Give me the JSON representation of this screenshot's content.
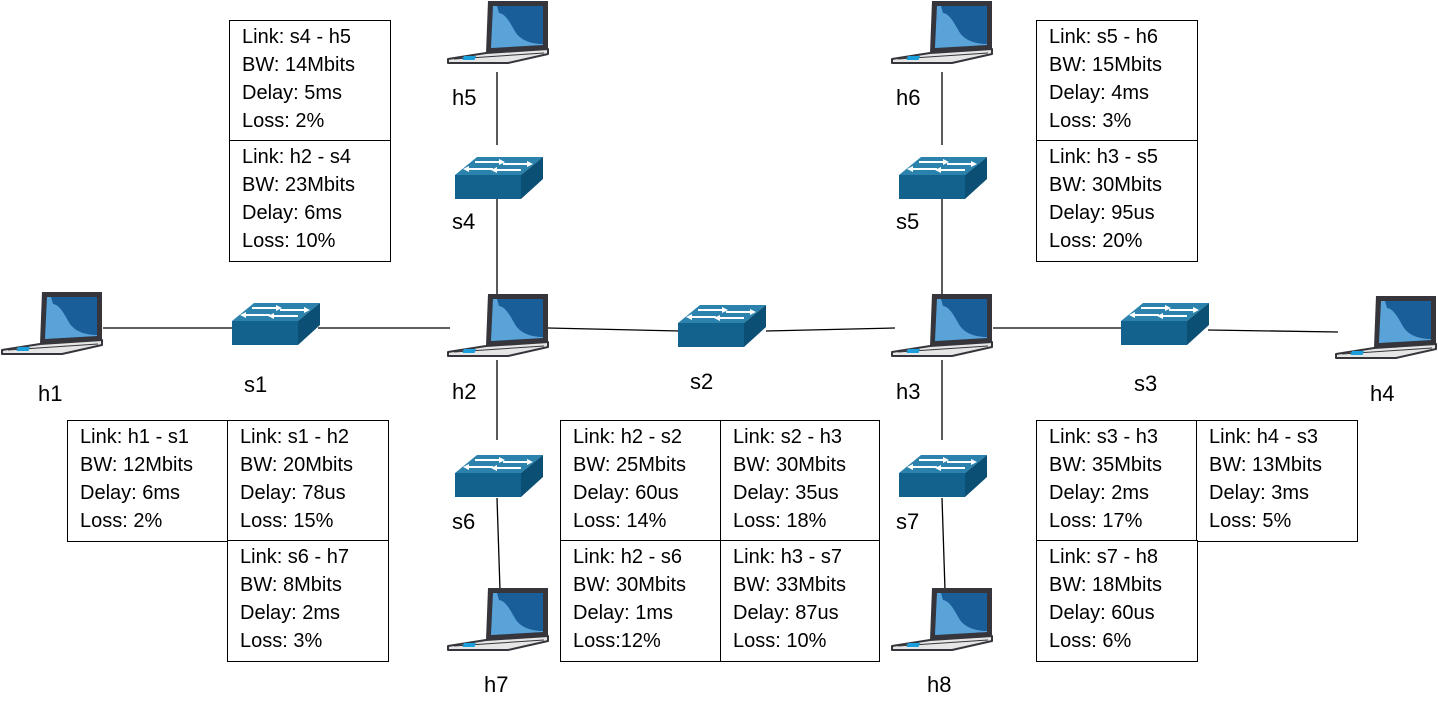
{
  "nodes": {
    "h1": "h1",
    "h2": "h2",
    "h3": "h3",
    "h4": "h4",
    "h5": "h5",
    "h6": "h6",
    "h7": "h7",
    "h8": "h8",
    "s1": "s1",
    "s2": "s2",
    "s3": "s3",
    "s4": "s4",
    "s5": "s5",
    "s6": "s6",
    "s7": "s7"
  },
  "links": {
    "s4_h5": {
      "link": "Link: s4 - h5",
      "bw": "BW: 14Mbits",
      "delay": "Delay: 5ms",
      "loss": "Loss: 2%"
    },
    "h2_s4": {
      "link": "Link: h2 - s4",
      "bw": "BW: 23Mbits",
      "delay": "Delay: 6ms",
      "loss": "Loss: 10%"
    },
    "s5_h6": {
      "link": "Link: s5 - h6",
      "bw": "BW: 15Mbits",
      "delay": "Delay: 4ms",
      "loss": "Loss: 3%"
    },
    "h3_s5": {
      "link": "Link: h3 - s5",
      "bw": "BW: 30Mbits",
      "delay": "Delay: 95us",
      "loss": "Loss: 20%"
    },
    "h1_s1": {
      "link": "Link: h1 - s1",
      "bw": "BW: 12Mbits",
      "delay": "Delay: 6ms",
      "loss": "Loss: 2%"
    },
    "s1_h2": {
      "link": "Link: s1 - h2",
      "bw": "BW: 20Mbits",
      "delay": "Delay: 78us",
      "loss": "Loss: 15%"
    },
    "s6_h7": {
      "link": "Link: s6 - h7",
      "bw": "BW: 8Mbits",
      "delay": "Delay: 2ms",
      "loss": "Loss: 3%"
    },
    "h2_s2": {
      "link": "Link: h2 - s2",
      "bw": "BW: 25Mbits",
      "delay": "Delay: 60us",
      "loss": "Loss: 14%"
    },
    "s2_h3": {
      "link": "Link: s2 - h3",
      "bw": "BW: 30Mbits",
      "delay": "Delay: 35us",
      "loss": "Loss: 18%"
    },
    "h2_s6": {
      "link": "Link: h2 - s6",
      "bw": "BW: 30Mbits",
      "delay": "Delay: 1ms",
      "loss": "Loss:12%"
    },
    "h3_s7": {
      "link": "Link: h3 - s7",
      "bw": "BW: 33Mbits",
      "delay": "Delay: 87us",
      "loss": "Loss: 10%"
    },
    "s3_h3": {
      "link": "Link: s3 - h3",
      "bw": "BW: 35Mbits",
      "delay": "Delay: 2ms",
      "loss": "Loss: 17%"
    },
    "h4_s3": {
      "link": "Link: h4 - s3",
      "bw": "BW: 13Mbits",
      "delay": "Delay: 3ms",
      "loss": "Loss: 5%"
    },
    "s7_h8": {
      "link": "Link: s7 - h8",
      "bw": "BW: 18Mbits",
      "delay": "Delay: 60us",
      "loss": "Loss: 6%"
    }
  },
  "colors": {
    "switch_top": "#2b83ad",
    "switch_front": "#13628e",
    "switch_side": "#0b4f75",
    "laptop_frame": "#35353b",
    "laptop_screen": "#1a5e99",
    "laptop_wave": "#5aa3d9",
    "link_line": "#000000"
  }
}
